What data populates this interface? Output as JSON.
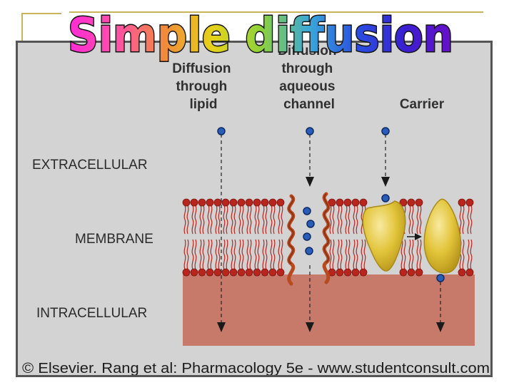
{
  "title": {
    "chars": [
      "S",
      "i",
      "m",
      "p",
      "l",
      "e",
      " ",
      "d",
      "i",
      "f",
      "f",
      "u",
      "s",
      "i",
      "o",
      "n"
    ]
  },
  "column_headers": {
    "lipid": [
      "Diffusion",
      "through",
      "lipid"
    ],
    "channel": [
      "Diffusion",
      "through",
      "aqueous",
      "channel"
    ],
    "carrier": [
      "Carrier"
    ]
  },
  "region_labels": {
    "extracellular": "EXTRACELLULAR",
    "membrane": "MEMBRANE",
    "intracellular": "INTRACELLULAR"
  },
  "credit": "© Elsevier. Rang et al: Pharmacology 5e - www.studentconsult.com",
  "colors": {
    "title_gradient": [
      "#ff2bd6",
      "#ff4fa8",
      "#f08a3a",
      "#e6d21a",
      "#8fd23a",
      "#3aa8d8",
      "#2a4fe0",
      "#3a1fd0",
      "#6a10c8"
    ],
    "background_panel": "#d3d3d3",
    "intracellular": "#c87a6a",
    "lipid_head": "#b8251c",
    "protein_helix": "#b84a20",
    "carrier_protein": "#e2c43a",
    "molecule": "#2a5db8"
  }
}
